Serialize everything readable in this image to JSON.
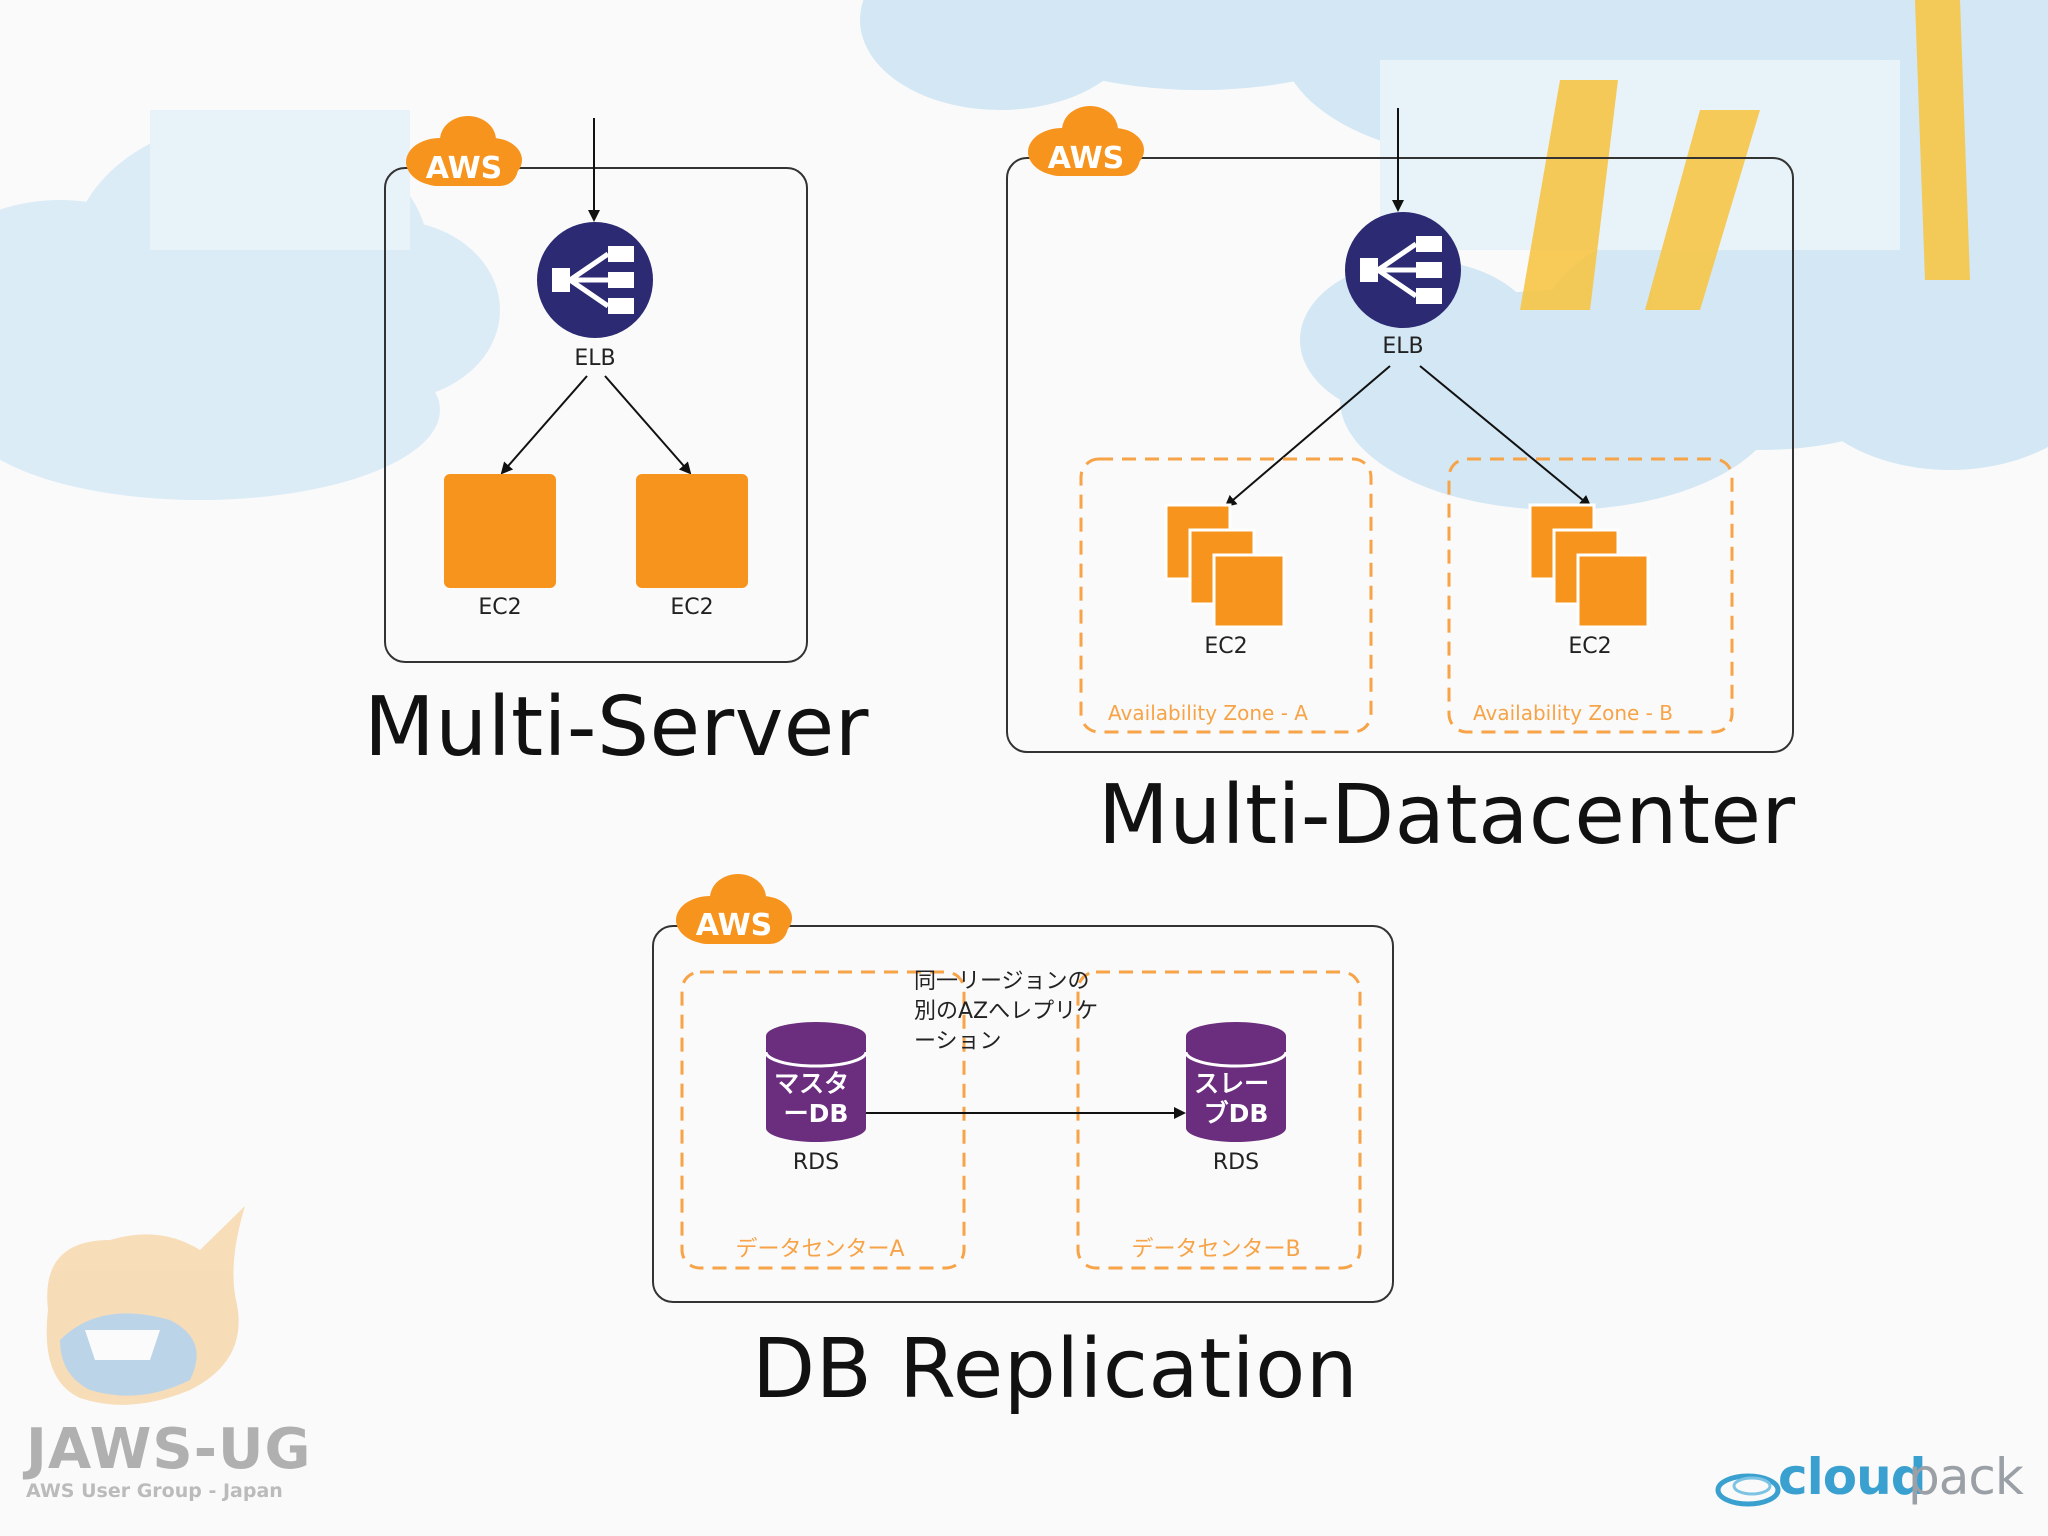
{
  "diagrams": {
    "multi_server": {
      "badge": "AWS",
      "elb_label": "ELB",
      "ec2_left_label": "EC2",
      "ec2_right_label": "EC2",
      "caption": "Multi-Server"
    },
    "multi_datacenter": {
      "badge": "AWS",
      "elb_label": "ELB",
      "ec2_a_label": "EC2",
      "ec2_b_label": "EC2",
      "zone_a_label": "Availability Zone - A",
      "zone_b_label": "Availability Zone - B",
      "caption": "Multi-Datacenter"
    },
    "db_replication": {
      "badge": "AWS",
      "note_line1": "同一リージョンの",
      "note_line2": "別のAZへレプリケ",
      "note_line3": "ーション",
      "master_line1": "マスタ",
      "master_line2": "ーDB",
      "master_label": "RDS",
      "slave_line1": "スレー",
      "slave_line2": "ブDB",
      "slave_label": "RDS",
      "dc_a_label": "データセンターA",
      "dc_b_label": "データセンターB",
      "caption": "DB Replication"
    }
  },
  "logos": {
    "jaws_title": "JAWS-UG",
    "jaws_subtitle": "AWS User Group - Japan",
    "cloudpack_bold": "cloud",
    "cloudpack_light": "pack"
  },
  "colors": {
    "aws_orange": "#f7941d",
    "elb_navy": "#2b2a73",
    "rds_purple": "#6b2d7e",
    "zone_dash": "#f7a347",
    "sky_cloud": "#d7ebf6",
    "sun_yellow": "#f8c33c"
  },
  "icons": {
    "elb": "load-balancer-icon",
    "ec2": "ec2-instance-icon",
    "rds": "database-icon",
    "aws": "aws-cloud-badge-icon"
  }
}
